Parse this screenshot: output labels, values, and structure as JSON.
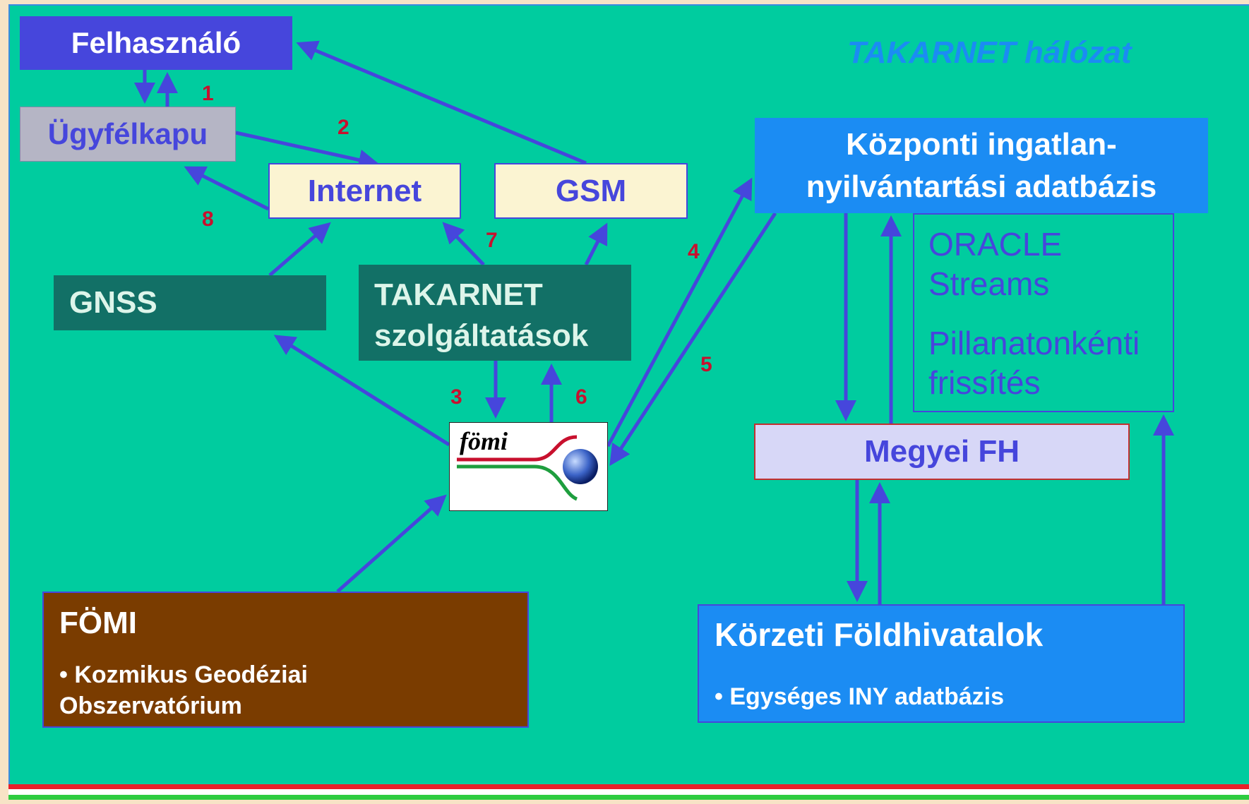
{
  "title": "TAKARNET hálózat",
  "nodes": {
    "felhasznalo": "Felhasználó",
    "ugyfelkapu": "Ügyfélkapu",
    "internet": "Internet",
    "gsm": "GSM",
    "gnss": "GNSS",
    "takarnet_line1": "TAKARNET",
    "takarnet_line2": "szolgáltatások",
    "logo_text": "fömi",
    "kozponti_line1": "Központi ingatlan-",
    "kozponti_line2": "nyilvántartási adatbázis",
    "oracle_line1": "ORACLE",
    "oracle_line2": "Streams",
    "oracle_line3": "Pillanatonkénti",
    "oracle_line4": "frissítés",
    "megyei": "Megyei FH",
    "fomi_title": "FÖMI",
    "fomi_bullet_line1": "• Kozmikus Geodéziai",
    "fomi_bullet_line2": "Obszervatórium",
    "korzeti_title": "Körzeti Földhivatalok",
    "korzeti_bullet": "• Egységes INY adatbázis"
  },
  "step_numbers": [
    "1",
    "2",
    "3",
    "4",
    "5",
    "6",
    "7",
    "8"
  ],
  "colors": {
    "background": "#00cc9f",
    "arrow": "#4646dc",
    "number": "#c8102e",
    "frame": "#f7e3c6"
  }
}
